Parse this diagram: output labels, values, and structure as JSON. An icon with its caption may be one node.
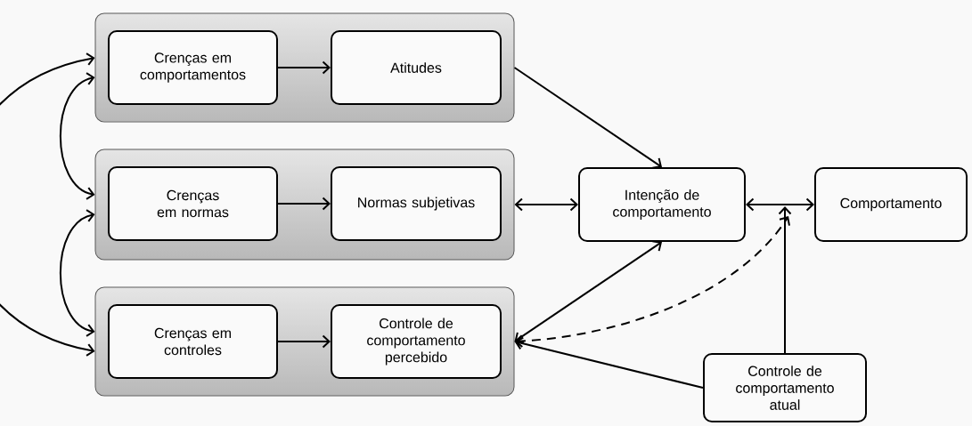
{
  "diagram": {
    "nodes": [
      {
        "text": [],
        "shape": "box"
      },
      {
        "text": [
          "Crenças em comportamentos"
        ],
        "in": 0
      },
      {
        "text": [
          "Atitudes"
        ],
        "in": 0
      },
      {
        "text": [],
        "shape": "box"
      },
      {
        "text": [
          "Crenças em normas"
        ],
        "in": 3
      },
      {
        "text": [
          "Normas subjetivas"
        ],
        "in": 3
      },
      {
        "text": [],
        "shape": "box"
      },
      {
        "text": [
          "Crenças em controles"
        ],
        "in": 6
      },
      {
        "text": [
          "Controle de comportamento percebido"
        ],
        "in": 6
      },
      {
        "text": [
          "Intenção de comportamento"
        ]
      },
      {
        "text": [
          "Comportamento"
        ]
      },
      {
        "text": [
          "Controle de comportamento atual"
        ]
      }
    ],
    "edges": [
      {
        "from": 1,
        "to": 2,
        "arrow": "to"
      },
      {
        "from": 4,
        "to": 5,
        "arrow": "to"
      },
      {
        "from": 7,
        "to": 8,
        "arrow": "to"
      },
      {
        "from": 0,
        "to": 3,
        "arrow": "both"
      },
      {
        "from": 3,
        "to": 6,
        "arrow": "both"
      },
      {
        "from": 0,
        "to": 6,
        "arrow": "both"
      },
      {
        "from": 0,
        "to": 9,
        "arrow": "to"
      },
      {
        "from": 3,
        "to": 9,
        "arrow": "both"
      },
      {
        "from": 6,
        "to": 9,
        "arrow": "both"
      },
      {
        "from": 9,
        "to": 10,
        "arrow": "both"
      },
      {
        "from": 6,
        "to": null,
        "arrow": "both",
        "style": "dashed"
      },
      {
        "from": 11,
        "to": null,
        "arrow": "to"
      },
      {
        "from": 11,
        "to": 6,
        "arrow": "to"
      }
    ]
  }
}
